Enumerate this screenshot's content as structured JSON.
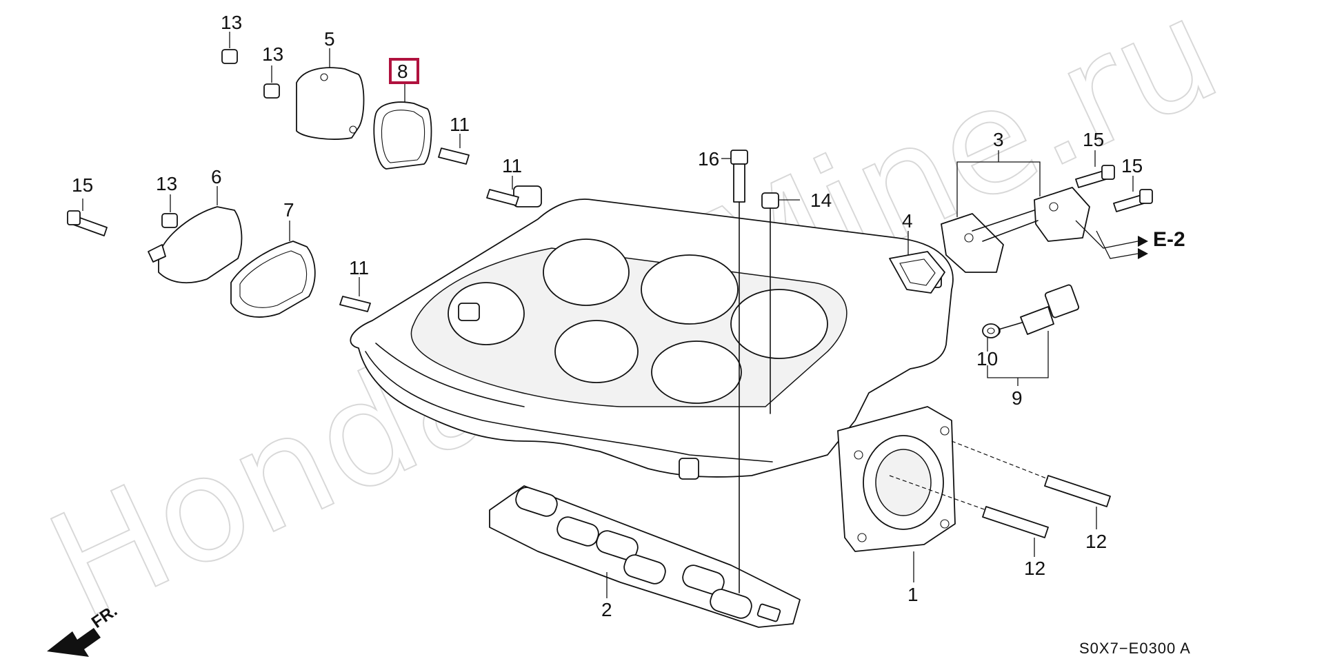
{
  "watermark": "HondaCarMine.ru",
  "diagram_code": "S0X7−E0300 A",
  "direction_label": "FR.",
  "reference_label": "E-2",
  "highlighted_part": "8",
  "callouts": {
    "c1": "1",
    "c2": "2",
    "c3": "3",
    "c4": "4",
    "c5": "5",
    "c6": "6",
    "c7": "7",
    "c8": "8",
    "c9": "9",
    "c10": "10",
    "c11a": "11",
    "c11b": "11",
    "c11c": "11",
    "c12a": "12",
    "c12b": "12",
    "c13a": "13",
    "c13b": "13",
    "c13c": "13",
    "c14": "14",
    "c15a": "15",
    "c15b": "15",
    "c15c": "15",
    "c16": "16"
  }
}
